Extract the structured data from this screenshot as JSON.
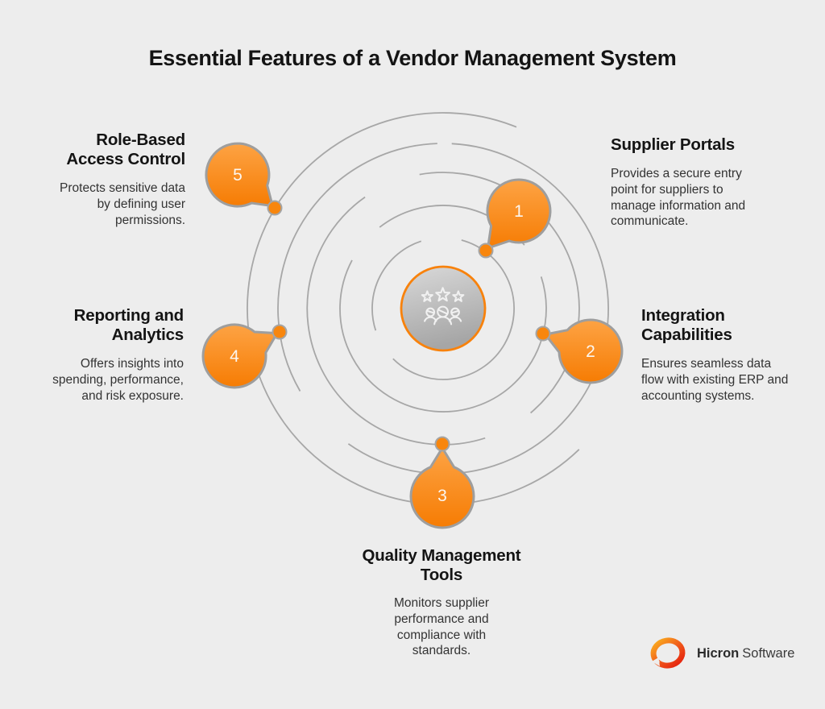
{
  "title": "Essential Features of a Vendor Management System",
  "features": [
    {
      "number": "1",
      "title": "Supplier Portals",
      "description": "Provides a secure entry point for suppliers to manage information and communicate."
    },
    {
      "number": "2",
      "title": "Integration Capabilities",
      "description": "Ensures seamless data flow with existing ERP and accounting systems."
    },
    {
      "number": "3",
      "title": "Quality Management Tools",
      "description": "Monitors supplier performance and compliance with standards."
    },
    {
      "number": "4",
      "title": "Reporting and Analytics",
      "description": "Offers insights into spending, performance, and risk exposure."
    },
    {
      "number": "5",
      "title": "Role-Based Access Control",
      "description": "Protects sensitive data by defining user permissions."
    }
  ],
  "footer": {
    "brand_bold": "Hicron",
    "brand_regular": "Software"
  },
  "icons": {
    "center": "team-rating-stars-icon",
    "logo": "hicron-ring-logo-icon"
  },
  "colors": {
    "background": "#EDEDED",
    "accent_orange": "#F8820C",
    "bubble_orange_light": "#FDA344",
    "bubble_orange_deep": "#F67C03",
    "ring_gray": "#A7A7A7",
    "center_gray_light": "#D7D7D7",
    "center_gray_dark": "#A8A8A8",
    "heading_text": "#141414",
    "body_text": "#333333",
    "logo_orange": "#F9A61F",
    "logo_red": "#E5250F"
  }
}
